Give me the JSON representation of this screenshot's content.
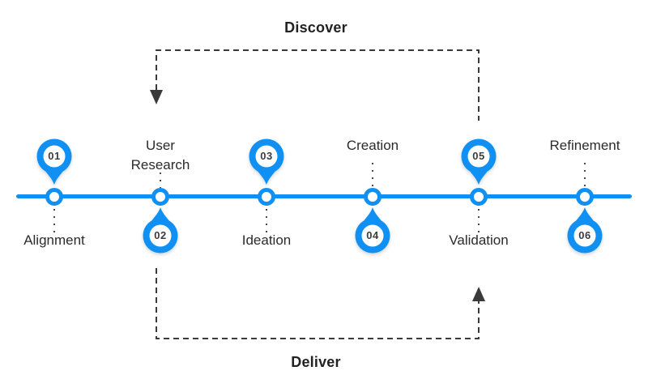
{
  "diagram": {
    "top_flow_label": "Discover",
    "bottom_flow_label": "Deliver"
  },
  "stages": [
    {
      "number": "01",
      "label": "Alignment",
      "marker_side": "above-line",
      "label_side": "below-line"
    },
    {
      "number": "02",
      "label": "User Research",
      "marker_side": "below-line",
      "label_side": "above-line"
    },
    {
      "number": "03",
      "label": "Ideation",
      "marker_side": "above-line",
      "label_side": "below-line"
    },
    {
      "number": "04",
      "label": "Creation",
      "marker_side": "below-line",
      "label_side": "above-line"
    },
    {
      "number": "05",
      "label": "Validation",
      "marker_side": "above-line",
      "label_side": "below-line"
    },
    {
      "number": "06",
      "label": "Refinement",
      "marker_side": "below-line",
      "label_side": "above-line"
    }
  ],
  "icons": {
    "stage_marker": "map-pin-icon",
    "discover_arrow": "arrow-down-icon",
    "deliver_arrow": "arrow-up-icon"
  },
  "colors": {
    "accent_blue": "#0f90f2",
    "dash_gray": "#3a3a3a",
    "label_text": "#2b2b2b",
    "number_text": "#3c3c3c",
    "dot_gray": "#4a4a4a",
    "background": "#ffffff"
  }
}
